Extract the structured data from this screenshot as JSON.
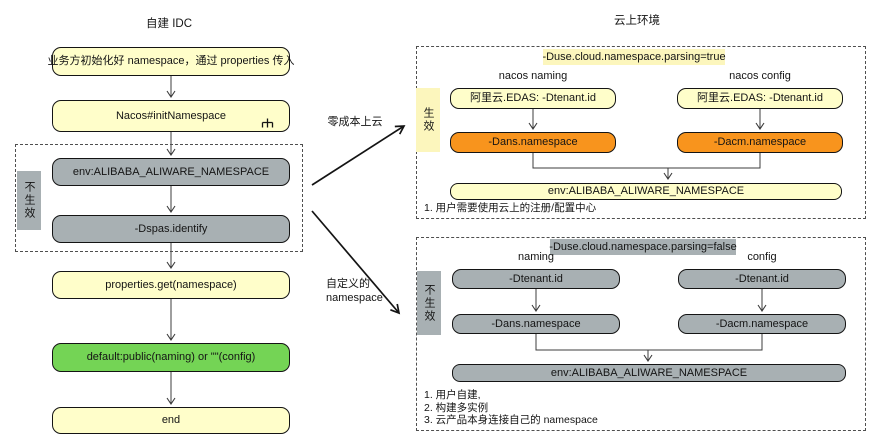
{
  "colors": {
    "cream": "#FFFECA",
    "highlight_yellow": "#FCF6BD",
    "gray": "#A8B0B3",
    "orange": "#F8941D",
    "green": "#74D455"
  },
  "left_flow": {
    "title": "自建 IDC",
    "ineffective_label": "不生效",
    "nodes": {
      "init": "业务方初始化好 namespace，通过 properties 传入",
      "nacos_init": "Nacos#initNamespace",
      "env": "env:ALIBABA_ALIWARE_NAMESPACE",
      "dspas": "-Dspas.identify",
      "properties_get": "properties.get(namespace)",
      "default_value": "default:public(naming) or \"\"(config)",
      "end": "end"
    }
  },
  "arrows": {
    "zero_cost_label": "零成本上云",
    "custom_label_line1": "自定义的",
    "custom_label_line2": "namespace"
  },
  "cloud": {
    "title": "云上环境",
    "top_group": {
      "badge": "-Duse.cloud.namespace.parsing=true",
      "effective_label": "生效",
      "col1_label": "nacos naming",
      "col2_label": "nacos config",
      "edas_naming": "阿里云.EDAS: -Dtenant.id",
      "edas_config": "阿里云.EDAS: -Dtenant.id",
      "ans": "-Dans.namespace",
      "acm": "-Dacm.namespace",
      "env": "env:ALIBABA_ALIWARE_NAMESPACE",
      "notes": [
        "1. 用户需要使用云上的注册/配置中心"
      ]
    },
    "bottom_group": {
      "badge": "-Duse.cloud.namespace.parsing=false",
      "ineffective_label": "不生效",
      "col1_label": "naming",
      "col2_label": "config",
      "tenant_naming": "-Dtenant.id",
      "tenant_config": "-Dtenant.id",
      "ans": "-Dans.namespace",
      "acm": "-Dacm.namespace",
      "env": "env:ALIBABA_ALIWARE_NAMESPACE",
      "notes": [
        "1. 用户自建,",
        "2. 构建多实例",
        "3. 云产品本身连接自己的 namespace"
      ]
    }
  }
}
